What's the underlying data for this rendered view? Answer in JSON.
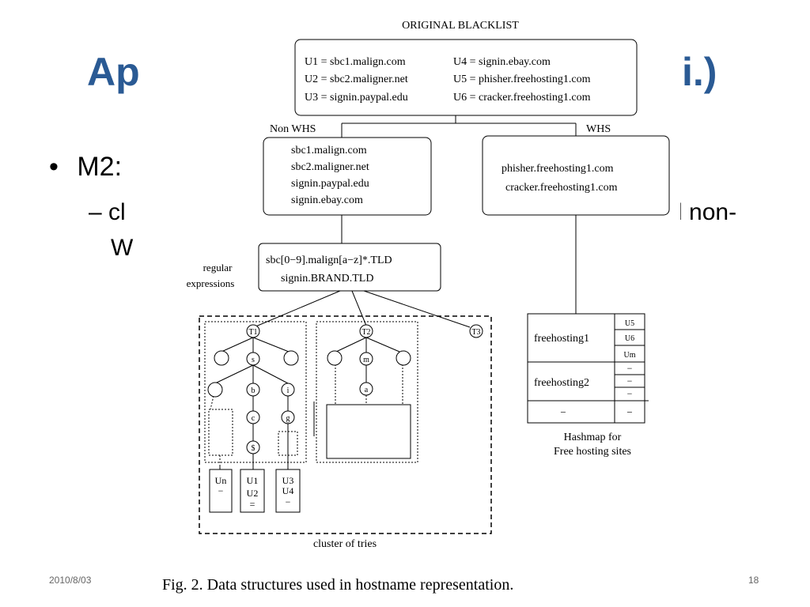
{
  "slide": {
    "title_left": "Ap",
    "title_right": "i.)",
    "bullet_marker": "•",
    "bullet_text": "M2:",
    "sub_dash": "– cl",
    "sub_tail_right": "d non-",
    "sub_line2": "W",
    "date": "2010/8/03",
    "page_number": "18"
  },
  "figure": {
    "header": "ORIGINAL BLACKLIST",
    "blacklist_left": [
      "U1 = sbc1.malign.com",
      "U2 = sbc2.maligner.net",
      "U3 = signin.paypal.edu"
    ],
    "blacklist_right": [
      "U4 = signin.ebay.com",
      "U5 = phisher.freehosting1.com",
      "U6 = cracker.freehosting1.com"
    ],
    "non_whs_label": "Non WHS",
    "whs_label": "WHS",
    "non_whs_items": [
      "sbc1.malign.com",
      "sbc2.maligner.net",
      "signin.paypal.edu",
      "signin.ebay.com"
    ],
    "whs_items": [
      "phisher.freehosting1.com",
      "cracker.freehosting1.com"
    ],
    "regex_label": [
      "regular",
      "expressions"
    ],
    "regex_items": [
      "sbc[0−9].malign[a−z]*.TLD",
      "signin.BRAND.TLD"
    ],
    "trie_roots": [
      "T1",
      "T2",
      "T3"
    ],
    "trie_nodes_t1": [
      "s",
      "b",
      "i",
      "c",
      "g",
      "$"
    ],
    "trie_nodes_t2": [
      "m",
      "a"
    ],
    "leaf_un": [
      "Un",
      "−"
    ],
    "leaf_u1": [
      "U1",
      "U2",
      "="
    ],
    "leaf_u3": [
      "U3",
      "U4",
      "−"
    ],
    "cluster_label": "cluster of tries",
    "hashmap_rows": [
      {
        "key": "freehosting1",
        "values": [
          "U5",
          "U6",
          "Um"
        ]
      },
      {
        "key": "freehosting2",
        "values": [
          "−",
          "−",
          "−"
        ]
      },
      {
        "key": "−",
        "values": [
          "−"
        ]
      }
    ],
    "hashmap_caption": [
      "Hashmap for",
      "Free hosting sites"
    ],
    "caption": "Fig. 2.    Data structures used in hostname representation."
  }
}
